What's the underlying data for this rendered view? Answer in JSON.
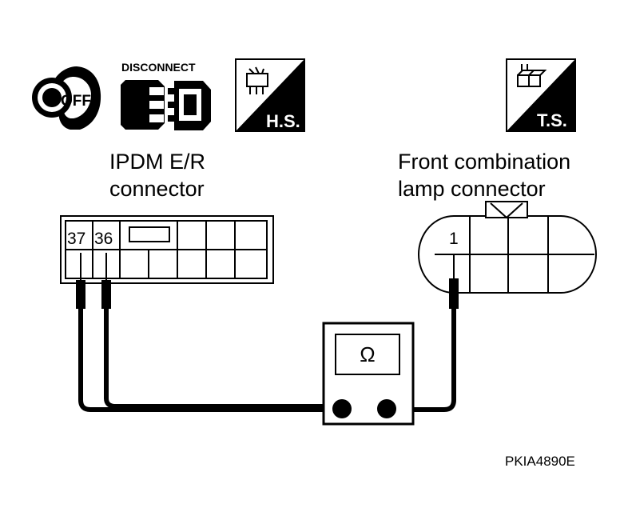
{
  "icons": {
    "ignition_key": {
      "label": "OFF"
    },
    "disconnect": {
      "label": "DISCONNECT"
    },
    "harness_side": {
      "label": "H.S."
    },
    "terminal_side": {
      "label": "T.S."
    }
  },
  "ipdm_connector": {
    "label_line1": "IPDM E/R",
    "label_line2": "connector",
    "pins": [
      "37",
      "36"
    ]
  },
  "front_lamp_connector": {
    "label_line1": "Front combination",
    "label_line2": "lamp connector",
    "pin": "1"
  },
  "ohmmeter": {
    "symbol": "Ω"
  },
  "figure_ref": "PKIA4890E"
}
